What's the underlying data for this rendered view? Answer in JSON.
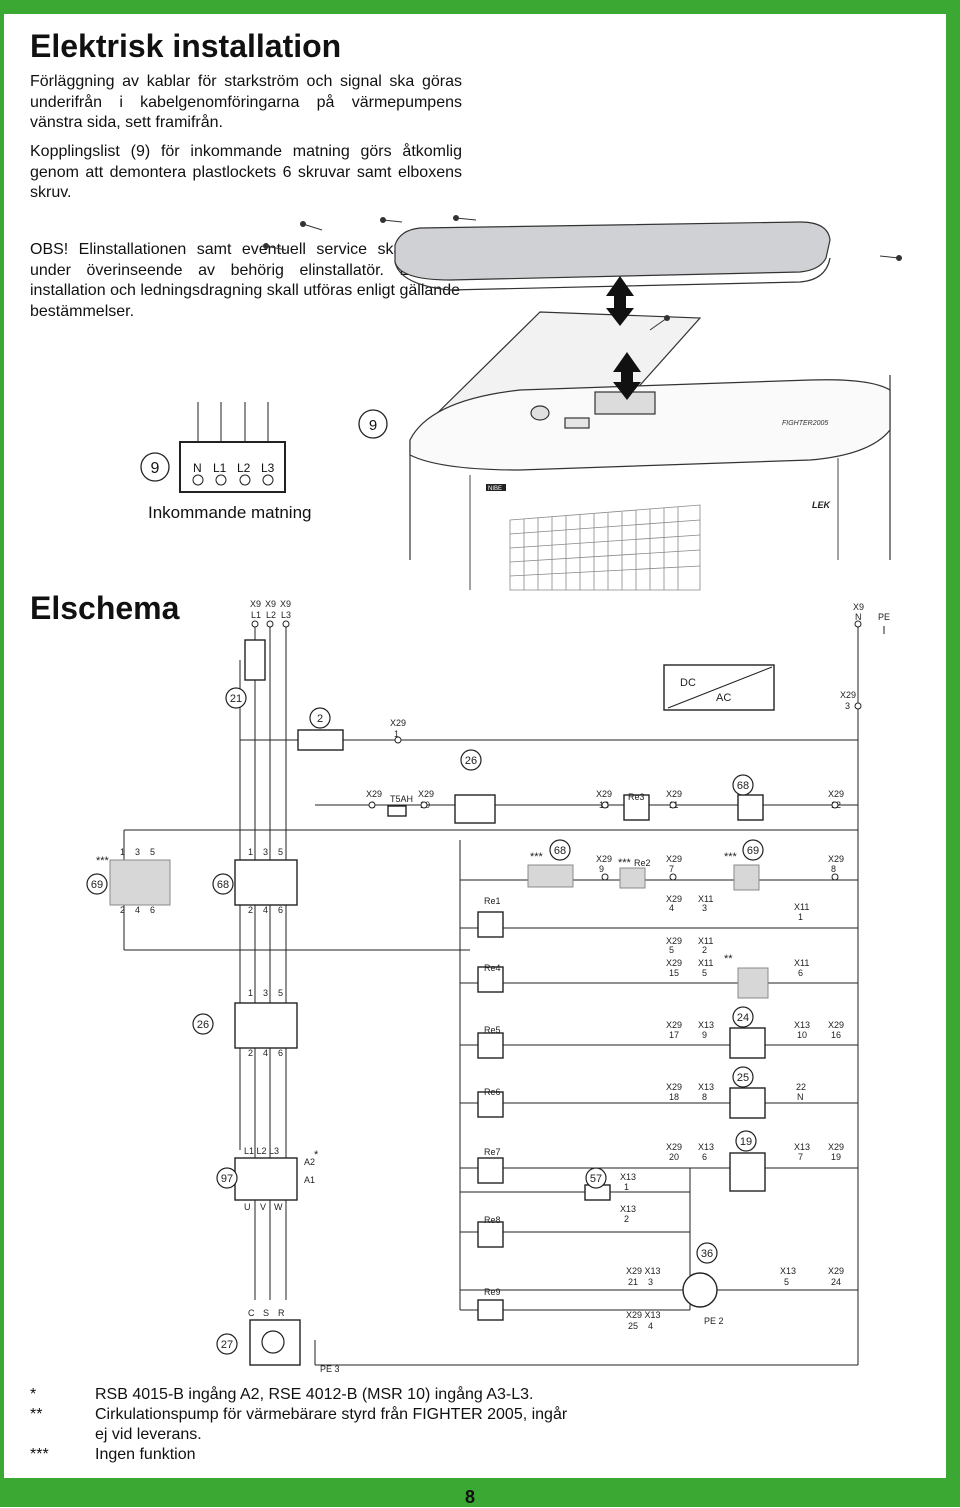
{
  "colors": {
    "frame_green": "#3aa832",
    "component_gray": "#d7d7d7"
  },
  "title": "Elektrisk installation",
  "paragraphs": {
    "p1": "Förläggning av kablar för starkström och signal ska göras underifrån i kabelgenomföringarna på värmepumpens vänstra sida, sett framifrån.",
    "p2": "Kopplingslist (9) för inkommande matning görs åtkomlig genom att demontera plastlockets 6 skruvar samt elboxens skruv.",
    "p3": "OBS! Elinstallationen samt eventuell service skall göras under överinseende av behörig elinstallatör. Elektrisk installation och ledningsdragning skall utföras enligt gällande bestämmelser."
  },
  "terminal": {
    "number": "9",
    "labels": [
      "N",
      "L1",
      "L2",
      "L3"
    ],
    "caption": "Inkommande matning"
  },
  "illustration": {
    "callout": "9",
    "brand1": "FIGHTER2005",
    "brand2": "NIBE",
    "brand3": "LEK"
  },
  "schema_title": "Elschema",
  "footnotes": [
    {
      "mark": "*",
      "text": "RSB 4015-B ingång A2, RSE 4012-B (MSR 10) ingång A3-L3."
    },
    {
      "mark": "**",
      "text": "Cirkulationspump för värmebärare styrd från FIGHTER 2005, ingår ej vid leverans."
    },
    {
      "mark": "***",
      "text": "Ingen funktion"
    }
  ],
  "page_number": "8"
}
